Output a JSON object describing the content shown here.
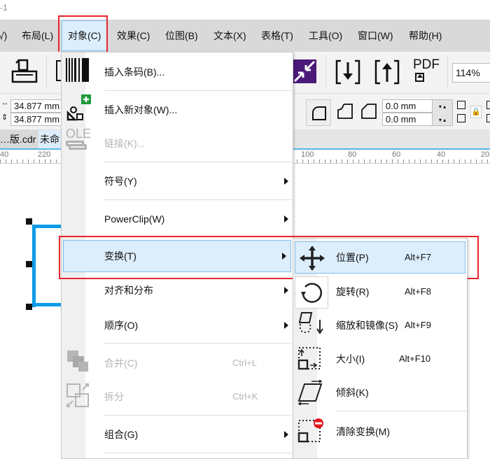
{
  "window": {
    "title_fragment": "-1"
  },
  "menubar": {
    "items": [
      {
        "label": "√)",
        "key": "partial"
      },
      {
        "label": "布局(L)"
      },
      {
        "label": "对象(C)",
        "active": true
      },
      {
        "label": "效果(C)"
      },
      {
        "label": "位图(B)"
      },
      {
        "label": "文本(X)"
      },
      {
        "label": "表格(T)"
      },
      {
        "label": "工具(O)"
      },
      {
        "label": "窗口(W)"
      },
      {
        "label": "帮助(H)"
      }
    ]
  },
  "toolbar": {
    "zoom_level": "114%",
    "icons": [
      "print-icon",
      "import-icon",
      "export-icon",
      "publish-pdf-icon",
      "fit-icon"
    ]
  },
  "propbar": {
    "width_value": "34.877 mm",
    "height_value": "34.877 mm",
    "corner_radius_1": "0.0 mm",
    "corner_radius_2": "0.0 mm"
  },
  "tabs": [
    {
      "label": "…版.cdr"
    },
    {
      "label": "未命…",
      "active": true
    }
  ],
  "ruler": {
    "ticks_left": [
      "40",
      "220"
    ],
    "ticks_right": [
      "100",
      "80",
      "60",
      "40",
      "20"
    ]
  },
  "object_menu": {
    "items": [
      {
        "label": "插入条码(B)...",
        "icon": "barcode-icon",
        "enabled": true
      },
      {
        "label": "插入新对象(W)...",
        "icon": "insert-object-icon",
        "enabled": true
      },
      {
        "label": "链接(K)...",
        "icon": "ole-link-icon",
        "enabled": false
      },
      {
        "label": "符号(Y)",
        "submenu": true,
        "enabled": true
      },
      {
        "label": "PowerClip(W)",
        "submenu": true,
        "enabled": true
      },
      {
        "label": "变换(T)",
        "submenu": true,
        "enabled": true,
        "highlighted": true
      },
      {
        "label": "对齐和分布",
        "submenu": true,
        "enabled": true
      },
      {
        "label": "顺序(O)",
        "submenu": true,
        "enabled": true
      },
      {
        "label": "合并(C)",
        "shortcut": "Ctrl+L",
        "icon": "combine-icon",
        "enabled": false
      },
      {
        "label": "拆分",
        "shortcut": "Ctrl+K",
        "icon": "break-apart-icon",
        "enabled": false
      },
      {
        "label": "组合(G)",
        "submenu": true,
        "enabled": true
      }
    ]
  },
  "transform_submenu": {
    "items": [
      {
        "label": "位置(P)",
        "shortcut": "Alt+F7",
        "icon": "move-icon",
        "highlighted": true
      },
      {
        "label": "旋转(R)",
        "shortcut": "Alt+F8",
        "icon": "rotate-icon"
      },
      {
        "label": "缩放和镜像(S)",
        "shortcut": "Alt+F9",
        "icon": "scale-mirror-icon"
      },
      {
        "label": "大小(I)",
        "shortcut": "Alt+F10",
        "icon": "size-icon"
      },
      {
        "label": "倾斜(K)",
        "shortcut": "",
        "icon": "skew-icon"
      },
      {
        "label": "清除变换(M)",
        "shortcut": "",
        "icon": "clear-transform-icon"
      }
    ]
  },
  "colors": {
    "highlight_bg": "#dcedfc",
    "highlight_border": "#7ec0ee",
    "annotation_red": "#e8242c",
    "selection_blue": "#0c9ce6"
  }
}
